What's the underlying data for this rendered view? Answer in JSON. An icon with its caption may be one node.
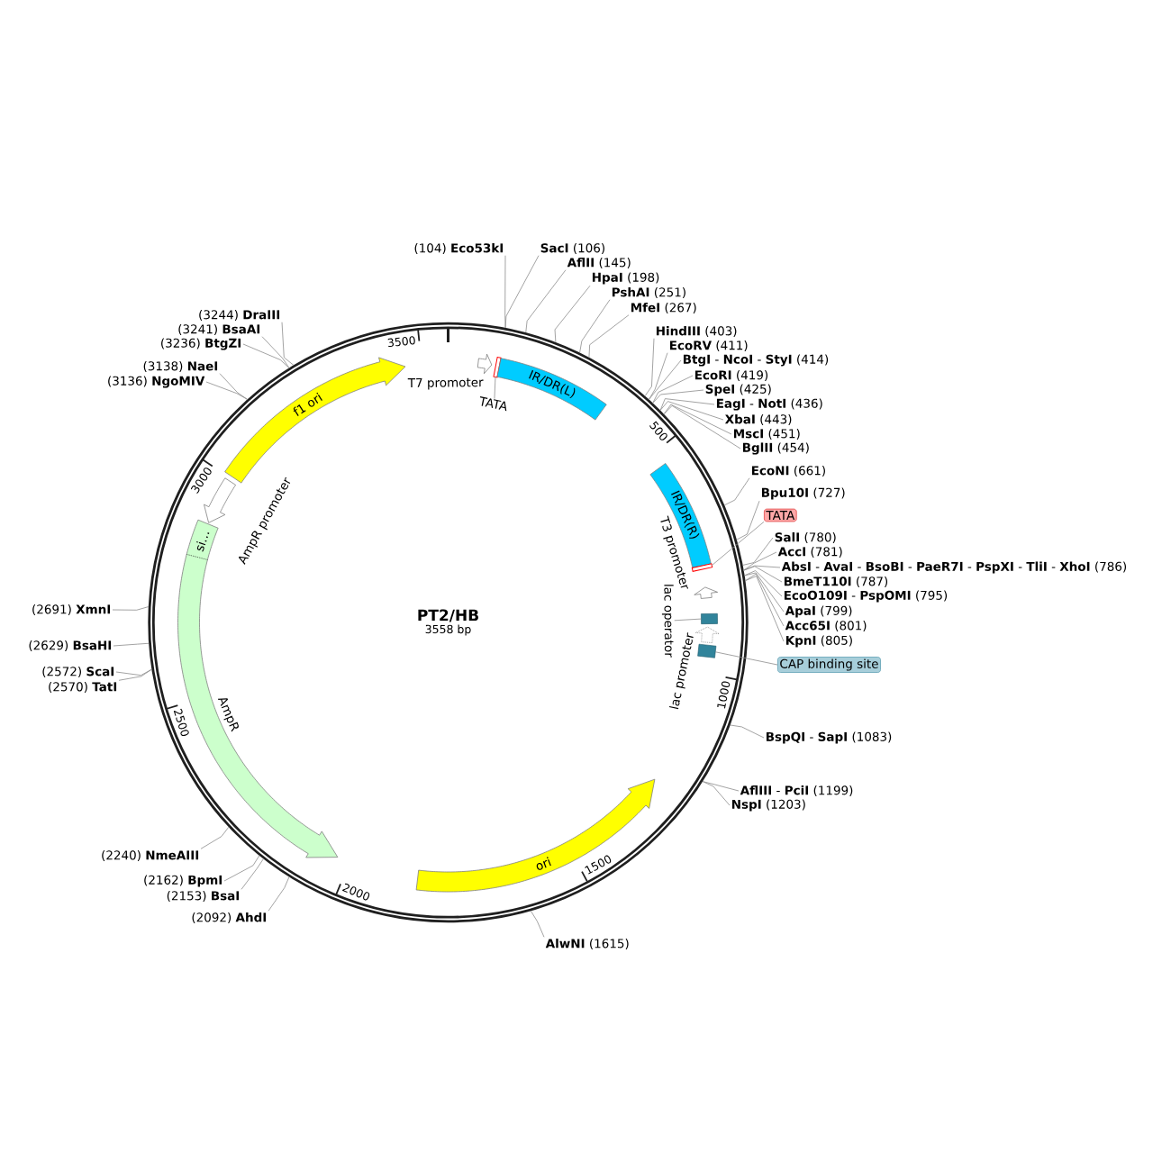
{
  "diagram": {
    "nodes": [
      {
        "text": [
          "PT2/HB",
          "3558 bp"
        ]
      },
      {
        "text": [
          "f1 ori"
        ],
        "in": 0
      },
      {
        "text": [],
        "shape": "arrow",
        "beside": [
          "T7 promoter"
        ],
        "in": 0
      },
      {
        "text": [],
        "shape": "bar",
        "in": 0
      },
      {
        "text": [
          "TATA"
        ],
        "in": 0
      },
      {
        "text": [
          "IR/DR(L)"
        ],
        "in": 0
      },
      {
        "text": [
          "IR/DR(R)"
        ],
        "in": 0
      },
      {
        "text": [],
        "shape": "bar",
        "in": 0
      },
      {
        "text": [],
        "shape": "arrow",
        "beside": [
          "T3 promoter"
        ],
        "in": 0
      },
      {
        "text": [
          "lac operator"
        ],
        "in": 0
      },
      {
        "text": [],
        "shape": "box",
        "in": 0
      },
      {
        "text": [],
        "shape": "arrow",
        "beside": [
          "lac promoter"
        ],
        "in": 0
      },
      {
        "text": [],
        "shape": "box",
        "in": 0
      },
      {
        "text": [
          "ori"
        ],
        "in": 0
      },
      {
        "text": [],
        "shape": "arrow",
        "beside": [
          "AmpR"
        ],
        "in": 0
      },
      {
        "text": [
          "si…"
        ],
        "in": 14
      },
      {
        "text": [],
        "shape": "arrow",
        "beside": [
          "AmpR promoter"
        ],
        "in": 0
      },
      {
        "text": [
          "(104) **Eco53kI**"
        ]
      },
      {
        "text": [
          "**SacI** (106)"
        ]
      },
      {
        "text": [
          "**AflII** (145)"
        ]
      },
      {
        "text": [
          "**HpaI** (198)"
        ]
      },
      {
        "text": [
          "**PshAI** (251)"
        ]
      },
      {
        "text": [
          "**MfeI** (267)"
        ]
      },
      {
        "text": [
          "**HindIII** (403)"
        ]
      },
      {
        "text": [
          "**EcoRV** (411)"
        ]
      },
      {
        "text": [
          "**BtgI** - **NcoI** - **StyI** (414)"
        ]
      },
      {
        "text": [
          "**EcoRI** (419)"
        ]
      },
      {
        "text": [
          "**SpeI** (425)"
        ]
      },
      {
        "text": [
          "**EagI** - **NotI** (436)"
        ]
      },
      {
        "text": [
          "**XbaI** (443)"
        ]
      },
      {
        "text": [
          "**MscI** (451)"
        ]
      },
      {
        "text": [
          "**BglII** (454)"
        ]
      },
      {
        "text": [
          "**EcoNI** (661)"
        ]
      },
      {
        "text": [
          "**Bpu10I** (727)"
        ]
      },
      {
        "text": [
          "TATA"
        ]
      },
      {
        "text": [
          "**SalI** (780)"
        ]
      },
      {
        "text": [
          "**AccI** (781)"
        ]
      },
      {
        "text": [
          "**AbsI** - **AvaI** - **BsoBI** - **PaeR7I** - **PspXI** - **TliI** - **XhoI** (786)"
        ]
      },
      {
        "text": [
          "**BmeT110I** (787)"
        ]
      },
      {
        "text": [
          "**EcoO109I** - **PspOMI** (795)"
        ]
      },
      {
        "text": [
          "**ApaI** (799)"
        ]
      },
      {
        "text": [
          "**Acc65I** (801)"
        ]
      },
      {
        "text": [
          "**KpnI** (805)"
        ]
      },
      {
        "text": [
          "CAP binding site"
        ]
      },
      {
        "text": [
          "**BspQI** - **SapI** (1083)"
        ]
      },
      {
        "text": [
          "**AflIII** - **PciI** (1199)"
        ]
      },
      {
        "text": [
          "**NspI** (1203)"
        ]
      },
      {
        "text": [
          "**AlwNI** (1615)"
        ]
      },
      {
        "text": [
          "(2092) **AhdI**"
        ]
      },
      {
        "text": [
          "(2153) **BsaI**"
        ]
      },
      {
        "text": [
          "(2162) **BpmI**"
        ]
      },
      {
        "text": [
          "(2240) **NmeAIII**"
        ]
      },
      {
        "text": [
          "(2570) **TatI**"
        ]
      },
      {
        "text": [
          "(2572) **ScaI**"
        ]
      },
      {
        "text": [
          "(2629) **BsaHI**"
        ]
      },
      {
        "text": [
          "(2691) **XmnI**"
        ]
      },
      {
        "text": [
          "(3136) **NgoMIV**"
        ]
      },
      {
        "text": [
          "(3138) **NaeI**"
        ]
      },
      {
        "text": [
          "(3236) **BtgZI**"
        ]
      },
      {
        "text": [
          "(3241) **BsaAI**"
        ]
      },
      {
        "text": [
          "(3244) **DraIII**"
        ]
      }
    ],
    "edges": [
      {
        "from": 4,
        "to": 3,
        "arrow": "none"
      },
      {
        "from": 9,
        "to": 10,
        "arrow": "none"
      },
      {
        "from": 17,
        "to": 0,
        "arrow": "none"
      },
      {
        "from": 18,
        "to": 0,
        "arrow": "none"
      },
      {
        "from": 19,
        "to": 0,
        "arrow": "none"
      },
      {
        "from": 20,
        "to": 0,
        "arrow": "none"
      },
      {
        "from": 21,
        "to": 0,
        "arrow": "none"
      },
      {
        "from": 22,
        "to": 0,
        "arrow": "none"
      },
      {
        "from": 23,
        "to": 0,
        "arrow": "none"
      },
      {
        "from": 24,
        "to": 0,
        "arrow": "none"
      },
      {
        "from": 25,
        "to": 0,
        "arrow": "none"
      },
      {
        "from": 26,
        "to": 0,
        "arrow": "none"
      },
      {
        "from": 27,
        "to": 0,
        "arrow": "none"
      },
      {
        "from": 28,
        "to": 0,
        "arrow": "none"
      },
      {
        "from": 29,
        "to": 0,
        "arrow": "none"
      },
      {
        "from": 30,
        "to": 0,
        "arrow": "none"
      },
      {
        "from": 31,
        "to": 0,
        "arrow": "none"
      },
      {
        "from": 32,
        "to": 0,
        "arrow": "none"
      },
      {
        "from": 33,
        "to": 0,
        "arrow": "none"
      },
      {
        "from": 34,
        "to": 7,
        "arrow": "none"
      },
      {
        "from": 35,
        "to": 0,
        "arrow": "none"
      },
      {
        "from": 36,
        "to": 0,
        "arrow": "none"
      },
      {
        "from": 37,
        "to": 0,
        "arrow": "none"
      },
      {
        "from": 38,
        "to": 0,
        "arrow": "none"
      },
      {
        "from": 39,
        "to": 0,
        "arrow": "none"
      },
      {
        "from": 40,
        "to": 0,
        "arrow": "none"
      },
      {
        "from": 41,
        "to": 0,
        "arrow": "none"
      },
      {
        "from": 42,
        "to": 0,
        "arrow": "none"
      },
      {
        "from": 43,
        "to": 12,
        "arrow": "none"
      },
      {
        "from": 44,
        "to": 0,
        "arrow": "none"
      },
      {
        "from": 45,
        "to": 0,
        "arrow": "none"
      },
      {
        "from": 46,
        "to": 0,
        "arrow": "none"
      },
      {
        "from": 47,
        "to": 0,
        "arrow": "none"
      },
      {
        "from": 48,
        "to": 0,
        "arrow": "none"
      },
      {
        "from": 49,
        "to": 0,
        "arrow": "none"
      },
      {
        "from": 50,
        "to": 0,
        "arrow": "none"
      },
      {
        "from": 51,
        "to": 0,
        "arrow": "none"
      },
      {
        "from": 52,
        "to": 0,
        "arrow": "none"
      },
      {
        "from": 53,
        "to": 0,
        "arrow": "none"
      },
      {
        "from": 54,
        "to": 0,
        "arrow": "none"
      },
      {
        "from": 55,
        "to": 0,
        "arrow": "none"
      },
      {
        "from": 56,
        "to": 0,
        "arrow": "none"
      },
      {
        "from": 57,
        "to": 0,
        "arrow": "none"
      },
      {
        "from": 58,
        "to": 0,
        "arrow": "none"
      },
      {
        "from": 59,
        "to": 0,
        "arrow": "none"
      },
      {
        "from": 60,
        "to": 0,
        "arrow": "none"
      }
    ],
    "labels": [
      "500",
      "1000",
      "1500",
      "2000",
      "2500",
      "3000",
      "3500"
    ]
  }
}
